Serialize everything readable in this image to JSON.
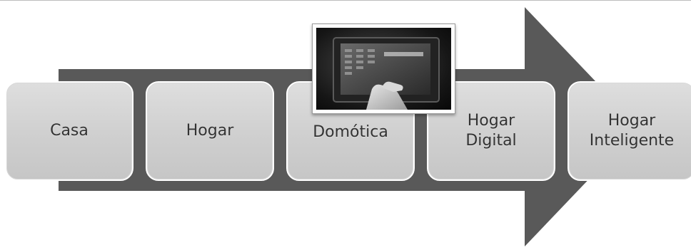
{
  "diagram": {
    "type": "process-arrow",
    "stages": [
      {
        "label": "Casa"
      },
      {
        "label": "Hogar"
      },
      {
        "label": "Domótica"
      },
      {
        "label": "Hogar\nDigital"
      },
      {
        "label": "Hogar\nInteligente"
      }
    ],
    "photo": {
      "icon": "touchscreen-control-panel-photo"
    },
    "colors": {
      "arrow": "#595959",
      "box": "#d2d2d2",
      "text": "#333333"
    }
  }
}
